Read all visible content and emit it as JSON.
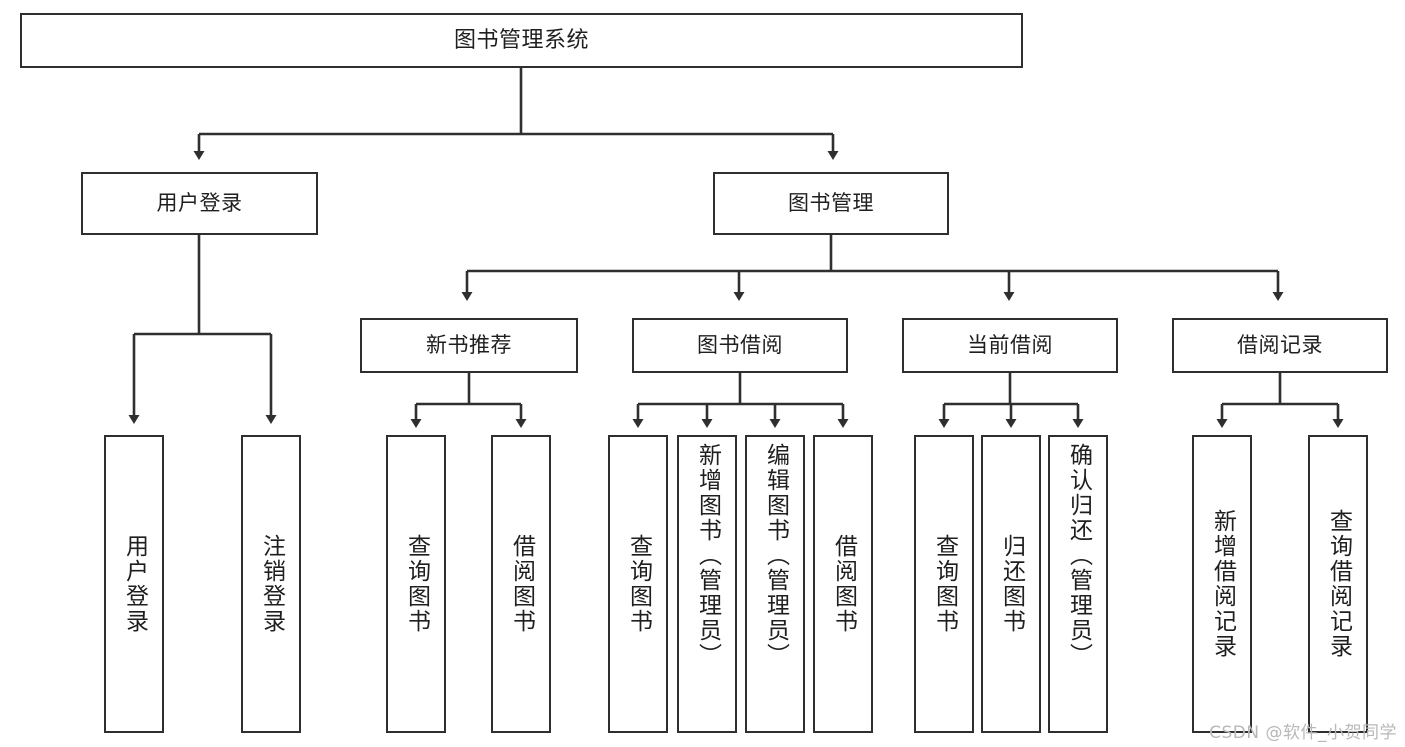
{
  "diagram": {
    "type": "tree",
    "title": "图书管理系统",
    "orientation": "top-down",
    "colors": {
      "box_border": "#2f2f2f",
      "box_fill": "#ffffff",
      "edge": "#2f2f2f",
      "background": "#ffffff",
      "watermark": "#b8b8b8"
    },
    "root": {
      "label": "图书管理系统"
    },
    "level1": [
      {
        "label": "用户登录"
      },
      {
        "label": "图书管理"
      }
    ],
    "level2": [
      {
        "label": "新书推荐"
      },
      {
        "label": "图书借阅"
      },
      {
        "label": "当前借阅"
      },
      {
        "label": "借阅记录"
      }
    ],
    "leaves": {
      "user_login": [
        {
          "label": "用户登录"
        },
        {
          "label": "注销登录"
        }
      ],
      "new_book_recommend": [
        {
          "label": "查询图书"
        },
        {
          "label": "借阅图书"
        }
      ],
      "book_borrow": [
        {
          "label": "查询图书"
        },
        {
          "label": "新增图书（管理员）"
        },
        {
          "label": "编辑图书（管理员）"
        },
        {
          "label": "借阅图书"
        }
      ],
      "current_borrow": [
        {
          "label": "查询图书"
        },
        {
          "label": "归还图书"
        },
        {
          "label": "确认归还（管理员）"
        }
      ],
      "borrow_record": [
        {
          "label": "新增借阅记录"
        },
        {
          "label": "查询借阅记录"
        }
      ]
    }
  },
  "watermark": {
    "text": "CSDN @软件_小贺同学"
  }
}
